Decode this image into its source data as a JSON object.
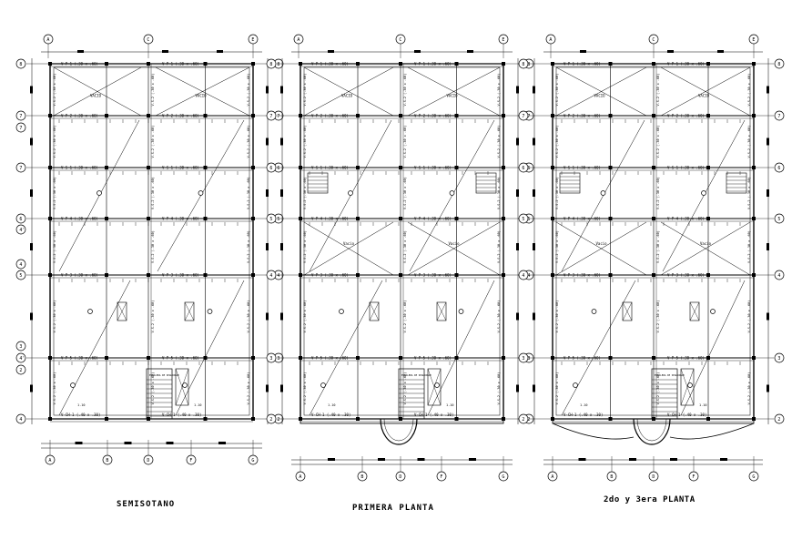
{
  "grid_labels": {
    "top": [
      "A",
      "C",
      "E"
    ],
    "bottom": [
      "A",
      "B",
      "D",
      "F",
      "G"
    ],
    "left": [
      "8",
      "7",
      "6",
      "5",
      "4",
      "3",
      "2"
    ],
    "left_semisotano": [
      "8",
      "7",
      "7",
      "6",
      "5",
      "4'",
      "4",
      "4",
      "3",
      "2",
      "2"
    ]
  },
  "beams": {
    "row1": "V-P-1 (.30 x .60)",
    "row2": "V-P-2 (.30 x .60)",
    "row3": "V-S-1 (.30 x .60)",
    "row4": "V-P-4 (.30 x .60)",
    "row5": "V-P-3 (.30 x .60)",
    "row6": "V-P-5 (.30 x .60)",
    "bottom": "V-CH-1 (.40 x .30)",
    "vertical": "V-S-2 (.30 x .60)"
  },
  "labels": {
    "vacio_upper": "VACIO",
    "vacio_mid": "Vacio",
    "escalera": "ESCALERA DE SEGURIDAD",
    "dim": "1.10"
  },
  "plans": [
    {
      "caption": "SEMISOTANO"
    },
    {
      "caption": "PRIMERA PLANTA"
    },
    {
      "caption": "2do y 3era PLANTA"
    }
  ]
}
